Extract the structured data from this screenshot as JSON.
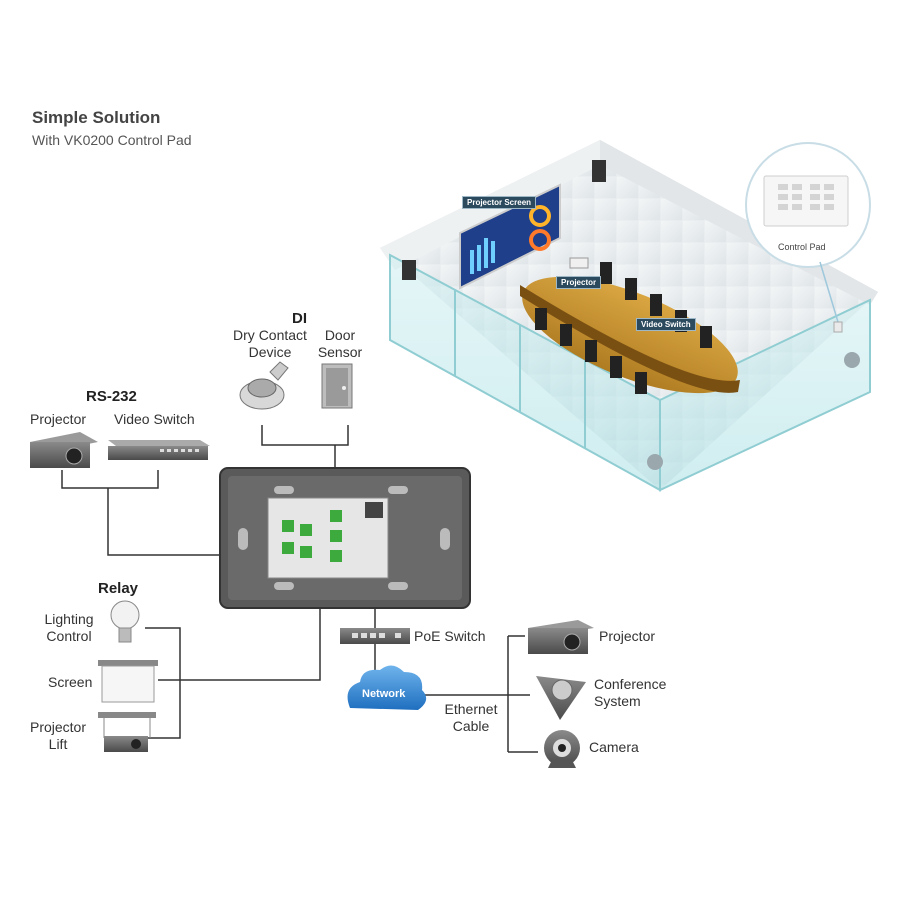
{
  "header": {
    "title": "Simple Solution",
    "subtitle": "With VK0200 Control Pad"
  },
  "room": {
    "projector_screen_tag": "Projector Screen",
    "projector_tag": "Projector",
    "video_switch_tag": "Video Switch",
    "control_pad_callout": "Control Pad"
  },
  "di": {
    "heading": "DI",
    "dry_contact": "Dry Contact\nDevice",
    "door_sensor": "Door\nSensor"
  },
  "rs232": {
    "heading": "RS-232",
    "projector": "Projector",
    "video_switch": "Video Switch"
  },
  "relay": {
    "heading": "Relay",
    "lighting": "Lighting\nControl",
    "screen": "Screen",
    "projector_lift": "Projector\nLift"
  },
  "network": {
    "poe_switch": "PoE Switch",
    "cloud": "Network",
    "ethernet": "Ethernet\nCable",
    "projector": "Projector",
    "conference": "Conference\nSystem",
    "camera": "Camera"
  }
}
